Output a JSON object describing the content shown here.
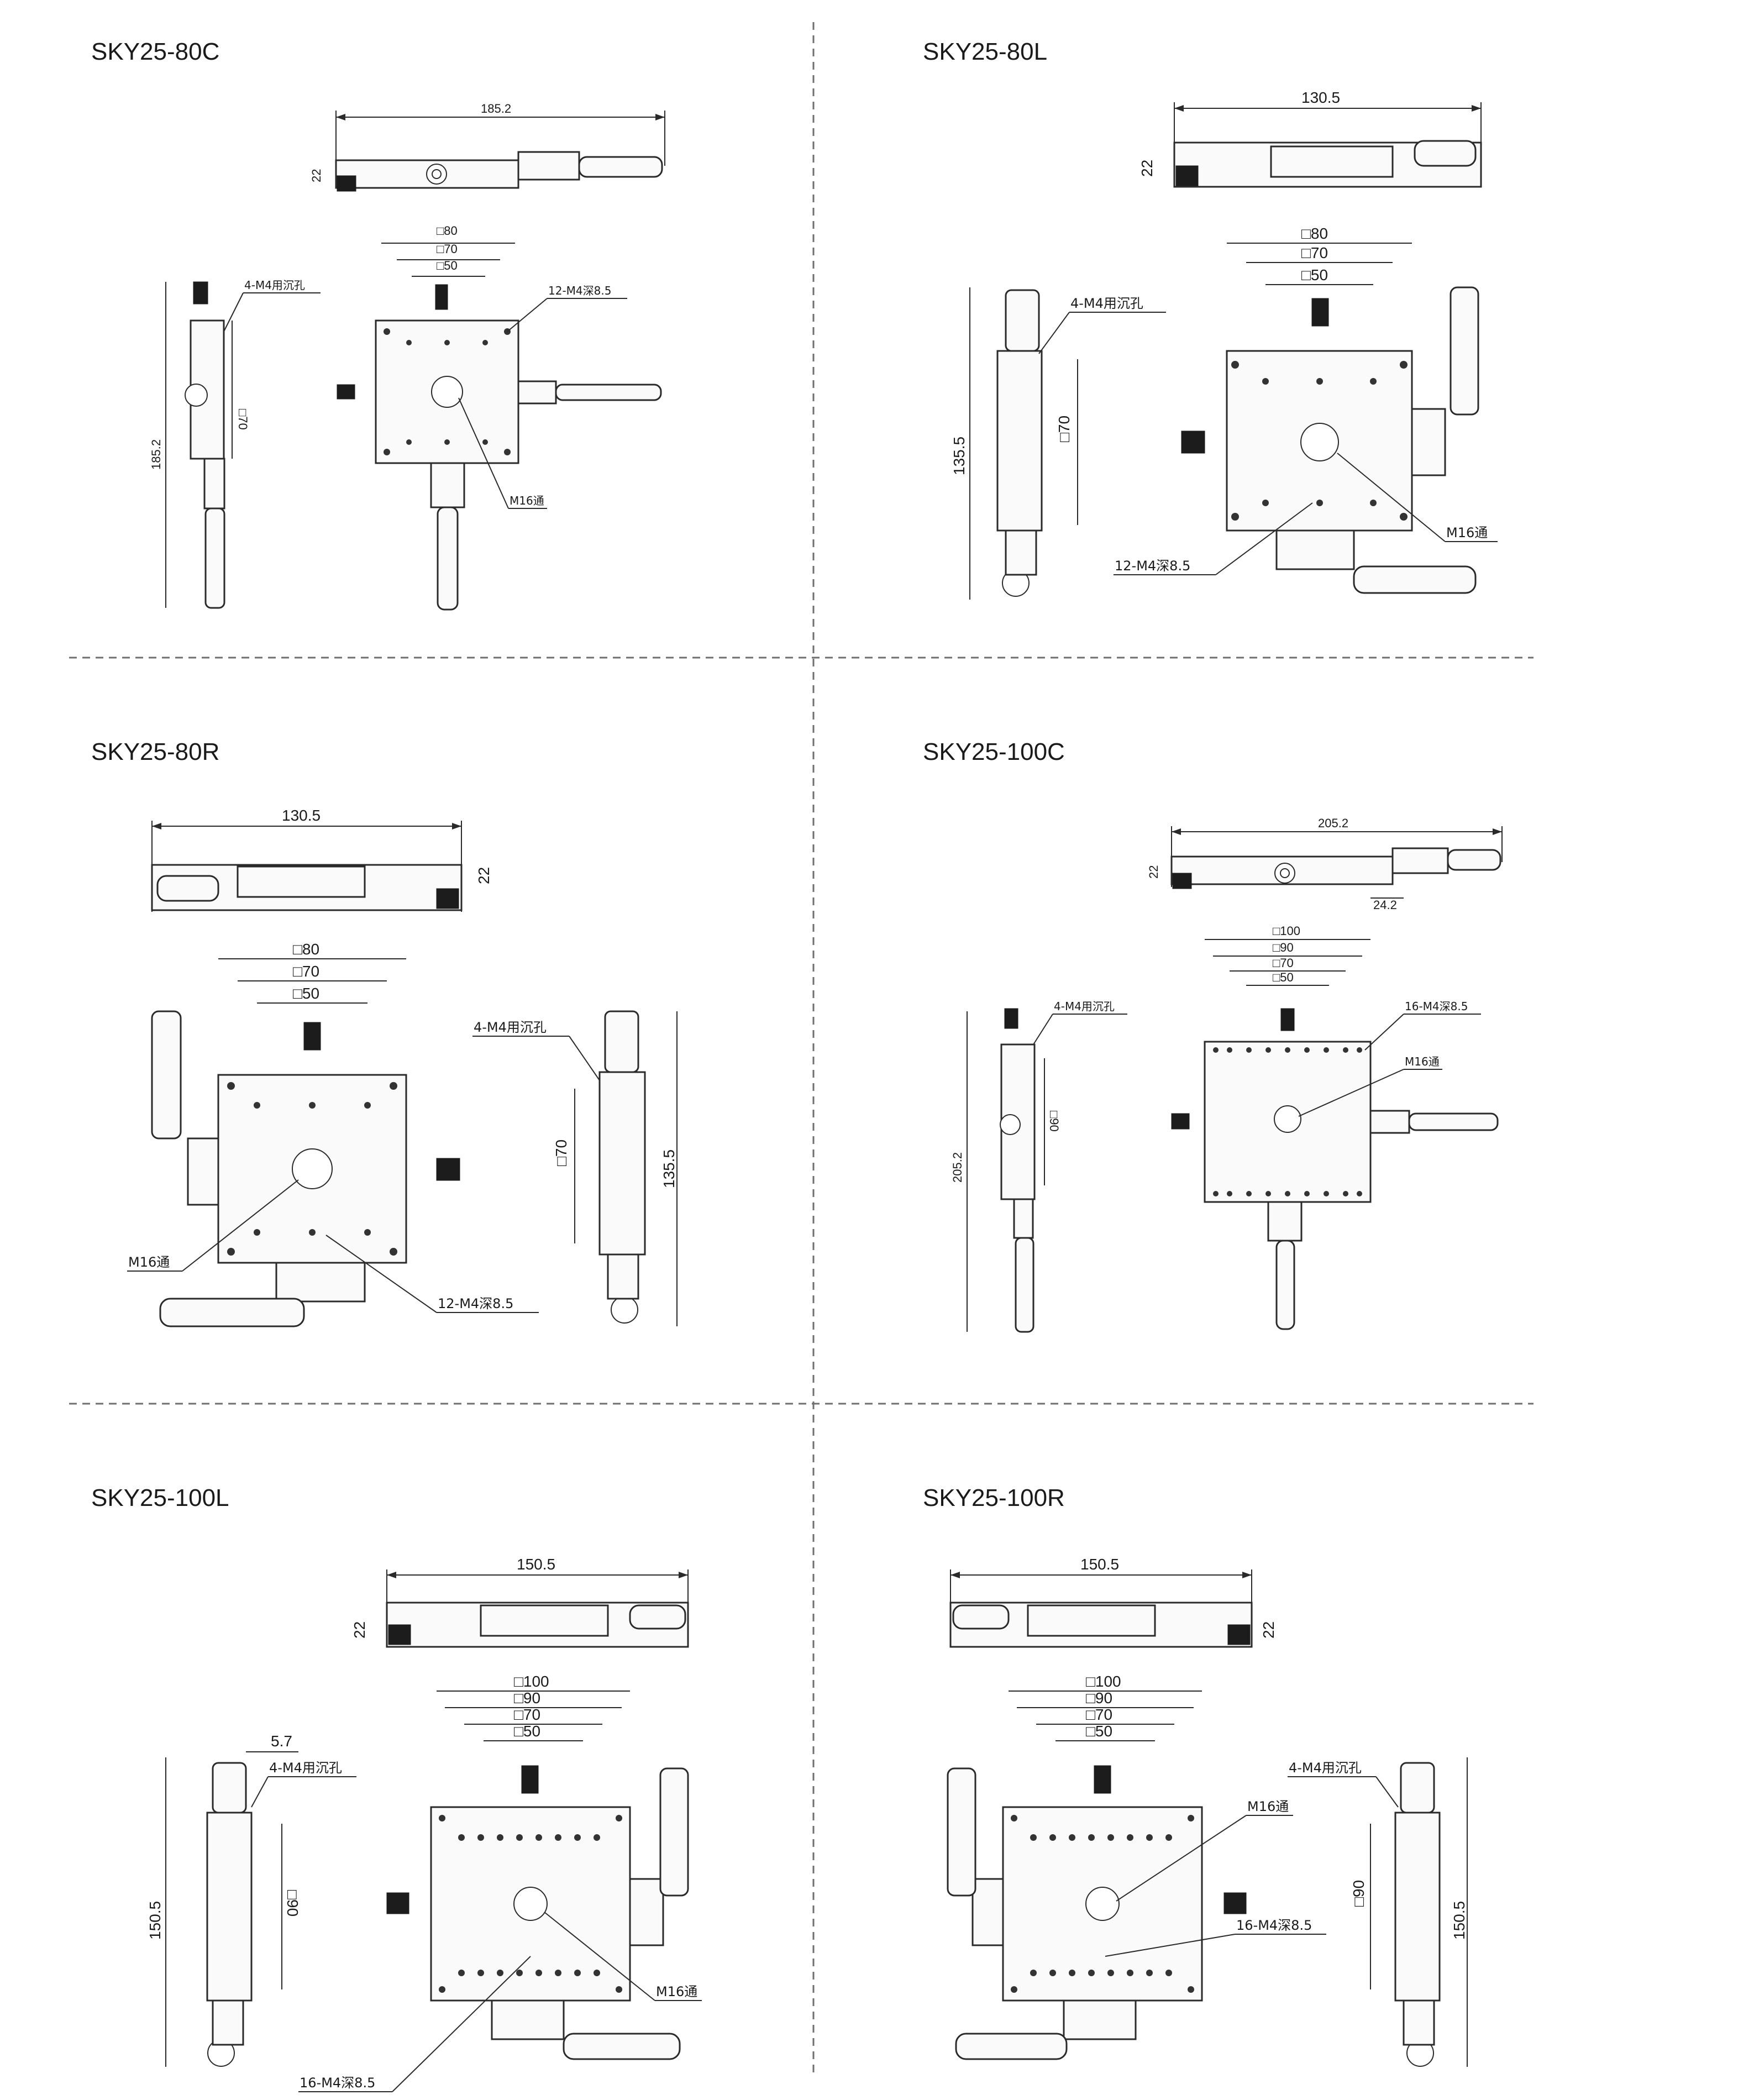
{
  "panels": [
    {
      "id": "p1",
      "model": "SKY25-80C",
      "top_width": "185.2",
      "top_height": "22",
      "square_outer": "□80",
      "square_mid": "□70",
      "square_inner": "□50",
      "side_height": "185.2",
      "side_square": "□70",
      "callout_counterbore": "4-M4用沉孔",
      "callout_tapped": "12-M4深8.5",
      "callout_through": "M16通"
    },
    {
      "id": "p2",
      "model": "SKY25-80L",
      "top_width": "130.5",
      "top_height": "22",
      "square_outer": "□80",
      "square_mid": "□70",
      "square_inner": "□50",
      "side_height": "135.5",
      "side_square": "□70",
      "callout_counterbore": "4-M4用沉孔",
      "callout_tapped": "12-M4深8.5",
      "callout_through": "M16通"
    },
    {
      "id": "p3",
      "model": "SKY25-80R",
      "top_width": "130.5",
      "top_height": "22",
      "square_outer": "□80",
      "square_mid": "□70",
      "square_inner": "□50",
      "side_height": "135.5",
      "side_square": "□70",
      "callout_counterbore": "4-M4用沉孔",
      "callout_tapped": "12-M4深8.5",
      "callout_through": "M16通"
    },
    {
      "id": "p4",
      "model": "SKY25-100C",
      "top_width": "205.2",
      "top_height": "22",
      "top_offset": "24.2",
      "square_outer": "□100",
      "square_2": "□90",
      "square_3": "□70",
      "square_inner": "□50",
      "side_height": "205.2",
      "side_square": "□90",
      "callout_counterbore": "4-M4用沉孔",
      "callout_tapped": "16-M4深8.5",
      "callout_through": "M16通"
    },
    {
      "id": "p5",
      "model": "SKY25-100L",
      "top_width": "150.5",
      "top_height": "22",
      "square_outer": "□100",
      "square_2": "□90",
      "square_3": "□70",
      "square_inner": "□50",
      "side_offset": "5.7",
      "side_height": "150.5",
      "side_square": "□90",
      "callout_counterbore": "4-M4用沉孔",
      "callout_tapped": "16-M4深8.5",
      "callout_through": "M16通"
    },
    {
      "id": "p6",
      "model": "SKY25-100R",
      "top_width": "150.5",
      "top_height": "22",
      "square_outer": "□100",
      "square_2": "□90",
      "square_3": "□70",
      "square_inner": "□50",
      "side_height": "150.5",
      "side_square": "□90",
      "callout_counterbore": "4-M4用沉孔",
      "callout_tapped": "16-M4深8.5",
      "callout_through": "M16通"
    }
  ],
  "colors": {
    "line": "#2a2a2a",
    "knob": "#1c1c1c",
    "divider": "#6f6f6f",
    "background": "#ffffff"
  }
}
